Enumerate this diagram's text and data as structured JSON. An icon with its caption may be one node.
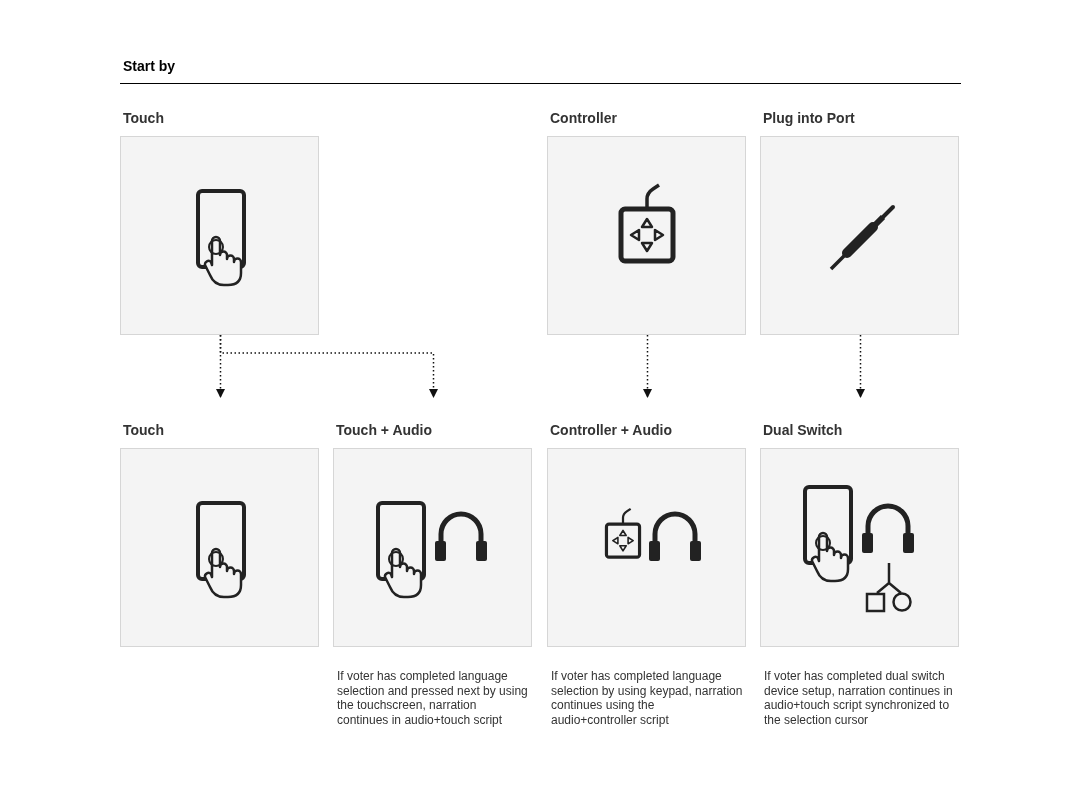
{
  "diagram": {
    "title": "Start by",
    "nodes": [
      {
        "text": [
          "Touch"
        ]
      },
      {
        "text": [
          "Controller"
        ]
      },
      {
        "text": [
          "Plug into Port"
        ]
      },
      {
        "text": [
          "Touch"
        ]
      },
      {
        "text": [
          "Touch + Audio"
        ],
        "beside": [
          "If voter has completed language selection and pressed next by using the touchscreen, narration continues in audio+touch script"
        ]
      },
      {
        "text": [
          "Controller + Audio"
        ],
        "beside": [
          "If voter has completed language selection by using keypad, narration continues using the audio+controller script"
        ]
      },
      {
        "text": [
          "Dual Switch"
        ],
        "beside": [
          "If voter has completed dual switch device setup, narration continues in audio+touch script synchronized to the selection cursor"
        ]
      }
    ],
    "edges": [
      {
        "from": 0,
        "to": 3,
        "arrow": "to",
        "style": "dashed"
      },
      {
        "from": 0,
        "to": 4,
        "arrow": "to",
        "style": "dashed"
      },
      {
        "from": 1,
        "to": 5,
        "arrow": "to",
        "style": "dashed"
      },
      {
        "from": 2,
        "to": 6,
        "arrow": "to",
        "style": "dashed"
      }
    ]
  }
}
